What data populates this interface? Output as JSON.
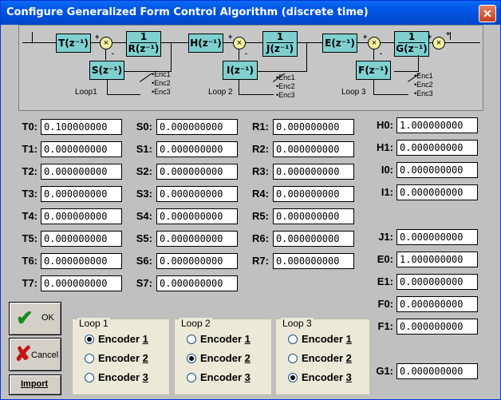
{
  "window": {
    "title": "Configure Generalized Form Control Algorithm (discrete time)"
  },
  "diagram": {
    "blocks": [
      "T(z⁻¹)",
      "S(z⁻¹)",
      "H(z⁻¹)",
      "I(z⁻¹)",
      "E(z⁻¹)",
      "F(z⁻¹)"
    ],
    "fractions": [
      {
        "num": "1",
        "den": "R(z⁻¹)"
      },
      {
        "num": "1",
        "den": "J(z⁻¹)"
      },
      {
        "num": "1",
        "den": "G(z⁻¹)"
      }
    ],
    "loops": [
      "Loop1",
      "Loop 2",
      "Loop 3"
    ],
    "encoders": [
      "•Enc1",
      "•Enc2",
      "•Enc3"
    ],
    "plus": "+",
    "minus": "-"
  },
  "fields": {
    "T0": "0.100000000",
    "T1": "0.000000000",
    "T2": "0.000000000",
    "T3": "0.000000000",
    "T4": "0.000000000",
    "T5": "0.000000000",
    "T6": "0.000000000",
    "T7": "0.000000000",
    "S0": "0.000000000",
    "S1": "0.000000000",
    "S2": "0.000000000",
    "S3": "0.000000000",
    "S4": "0.000000000",
    "S5": "0.000000000",
    "S6": "0.000000000",
    "S7": "0.000000000",
    "R1": "0.000000000",
    "R2": "0.000000000",
    "R3": "0.000000000",
    "R4": "0.000000000",
    "R5": "0.000000000",
    "R6": "0.000000000",
    "R7": "0.000000000",
    "H0": "1.000000000",
    "H1": "0.000000000",
    "I0": "0.000000000",
    "I1": "0.000000000",
    "J1": "0.000000000",
    "E0": "1.000000000",
    "E1": "0.000000000",
    "F0": "0.000000000",
    "F1": "0.000000000",
    "G1": "0.000000000"
  },
  "labels": {
    "T0": "T0:",
    "T1": "T1:",
    "T2": "T2:",
    "T3": "T3:",
    "T4": "T4:",
    "T5": "T5:",
    "T6": "T6:",
    "T7": "T7:",
    "S0": "S0:",
    "S1": "S1:",
    "S2": "S2:",
    "S3": "S3:",
    "S4": "S4:",
    "S5": "S5:",
    "S6": "S6:",
    "S7": "S7:",
    "R1": "R1:",
    "R2": "R2:",
    "R3": "R3:",
    "R4": "R4:",
    "R5": "R5:",
    "R6": "R6:",
    "R7": "R7:",
    "H0": "H0:",
    "H1": "H1:",
    "I0": "I0:",
    "I1": "I1:",
    "J1": "J1:",
    "E0": "E0:",
    "E1": "E1:",
    "F0": "F0:",
    "F1": "F1:",
    "G1": "G1:"
  },
  "buttons": {
    "ok": "OK",
    "cancel": "Cancel",
    "import": "Import"
  },
  "groups": [
    {
      "title": "Loop 1",
      "options": [
        {
          "prefix": "Encoder ",
          "key": "1",
          "checked": true
        },
        {
          "prefix": "Encoder ",
          "key": "2",
          "checked": false
        },
        {
          "prefix": "Encoder ",
          "key": "3",
          "checked": false
        }
      ]
    },
    {
      "title": "Loop 2",
      "options": [
        {
          "prefix": "Encoder ",
          "key": "1",
          "checked": false
        },
        {
          "prefix": "Encoder ",
          "key": "2",
          "checked": true
        },
        {
          "prefix": "Encoder ",
          "key": "3",
          "checked": false
        }
      ]
    },
    {
      "title": "Loop 3",
      "options": [
        {
          "prefix": "Encoder ",
          "key": "1",
          "checked": false
        },
        {
          "prefix": "Encoder ",
          "key": "2",
          "checked": false
        },
        {
          "prefix": "Encoder ",
          "key": "3",
          "checked": true
        }
      ]
    }
  ],
  "colors": {
    "titlebar": "#0054e3",
    "block": "#80d0d0",
    "summer": "#f4f0a0",
    "ok_check": "#1a8a1a",
    "cancel_x": "#c01818"
  },
  "icons": {
    "ok": "checkmark-icon",
    "cancel": "x-icon",
    "close": "close-icon"
  }
}
